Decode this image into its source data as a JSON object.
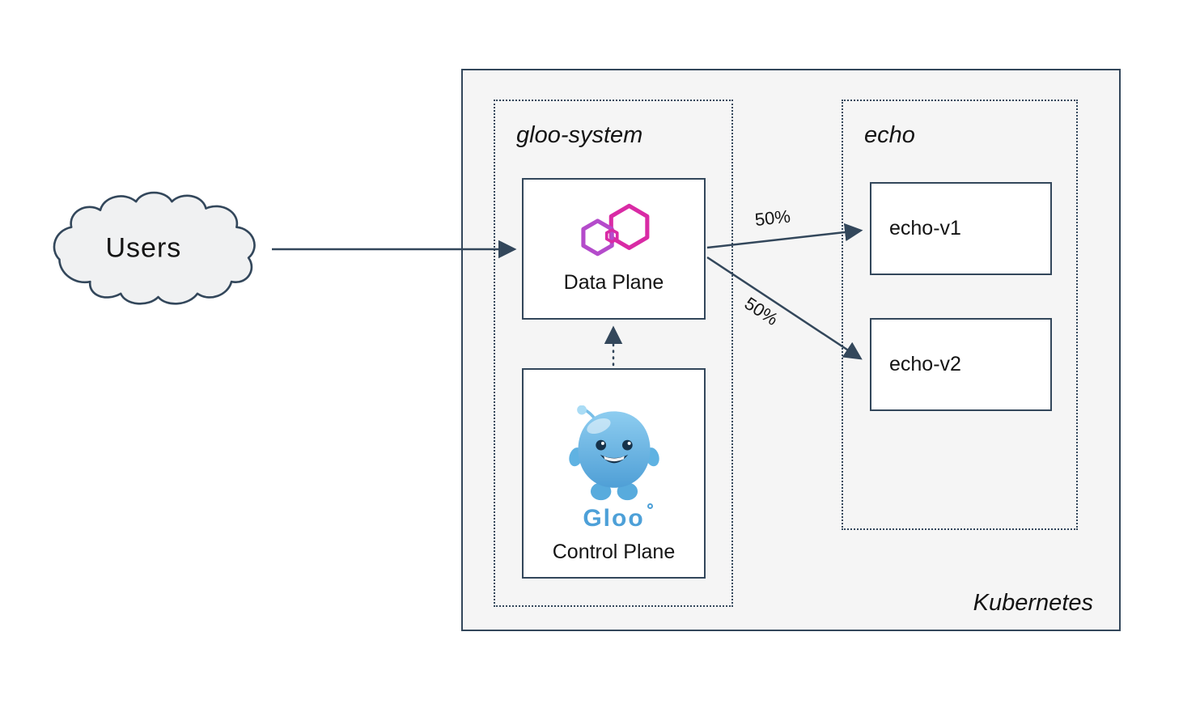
{
  "diagram": {
    "cloud": {
      "label": "Users"
    },
    "kubernetes": {
      "label": "Kubernetes"
    },
    "namespaces": {
      "gloo_system": {
        "label": "gloo-system"
      },
      "echo": {
        "label": "echo"
      }
    },
    "nodes": {
      "data_plane": {
        "label": "Data Plane",
        "icon": "gloo-hexagons-icon"
      },
      "control_plane": {
        "label": "Control Plane",
        "wordmark": "Gloo",
        "icon": "gloo-mascot-icon"
      },
      "echo_v1": {
        "label": "echo-v1"
      },
      "echo_v2": {
        "label": "echo-v2"
      }
    },
    "edges": {
      "users_to_dataplane": {
        "label": ""
      },
      "dataplane_to_echo_v1": {
        "label": "50%"
      },
      "dataplane_to_echo_v2": {
        "label": "50%"
      },
      "controlplane_to_dataplane": {
        "label": ""
      }
    }
  },
  "colors": {
    "stroke": "#33475B",
    "ink": "#141414",
    "kubernetes_fill": "#F5F5F5",
    "node_fill": "#FFFFFF",
    "gloo_pink": "#D92BA5",
    "gloo_purple_pink": "#B44BCB",
    "gloo_blue": "#4DA0D8"
  }
}
